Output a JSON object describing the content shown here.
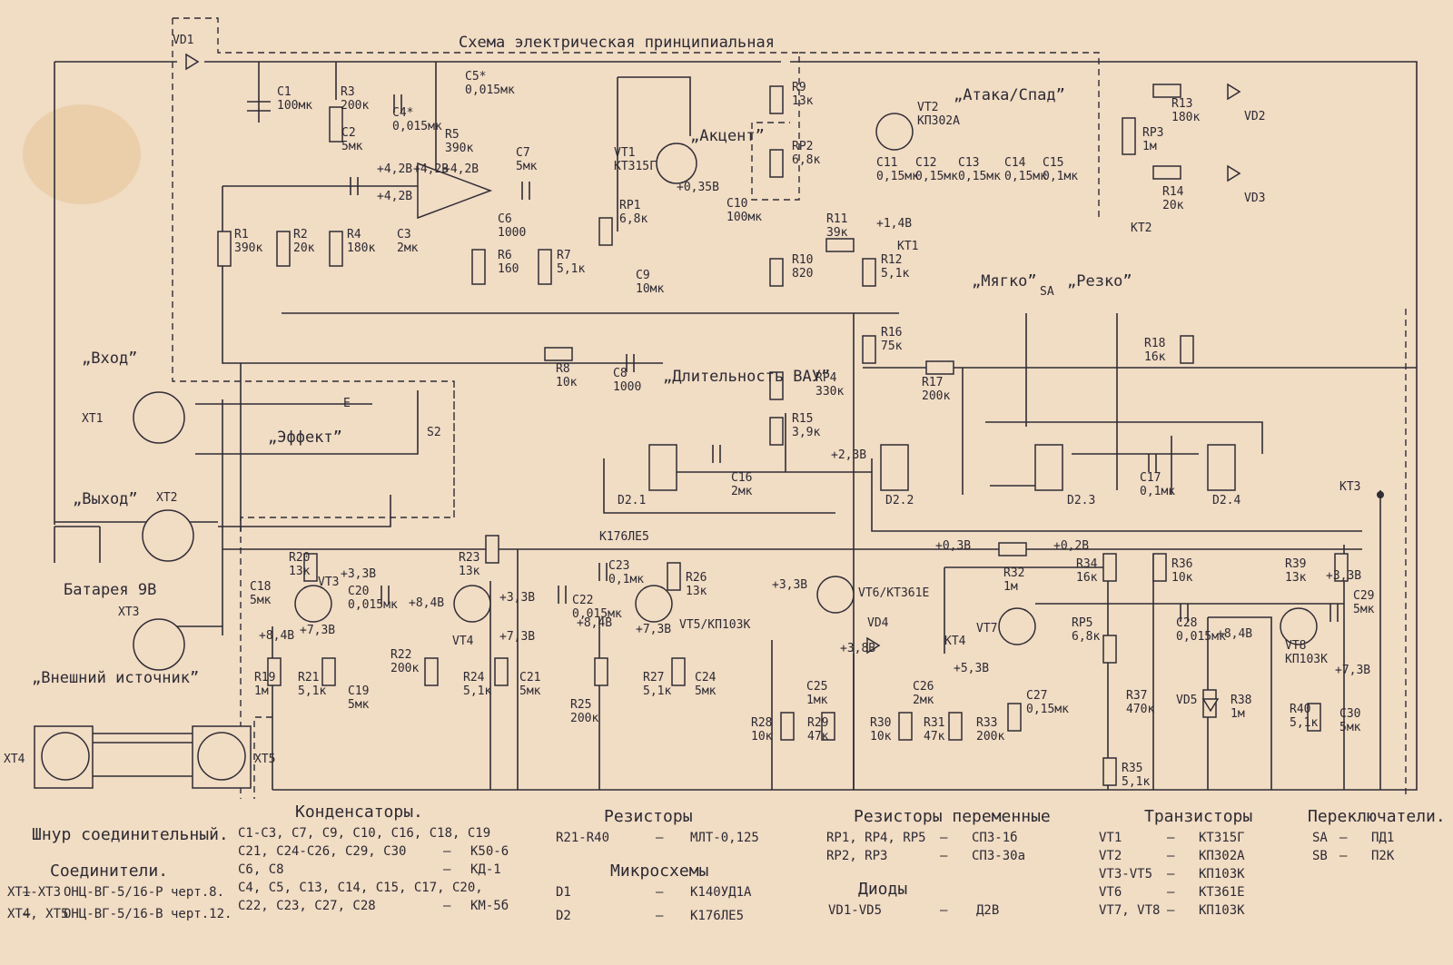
{
  "title": "Схема электрическая принципиальная",
  "components": [
    {
      "id": "vd1",
      "lines": [
        "VD1"
      ]
    },
    {
      "id": "c1",
      "lines": [
        "C1",
        "100мк"
      ]
    },
    {
      "id": "r3",
      "lines": [
        "R3",
        "200к"
      ]
    },
    {
      "id": "c4",
      "lines": [
        "C4*",
        "0,015мк"
      ]
    },
    {
      "id": "c5",
      "lines": [
        "C5*",
        "0,015мк"
      ]
    },
    {
      "id": "r5",
      "lines": [
        "R5",
        "390к"
      ]
    },
    {
      "id": "c2",
      "lines": [
        "C2",
        "5мк"
      ]
    },
    {
      "id": "c7",
      "lines": [
        "C7",
        "5мк"
      ]
    },
    {
      "id": "c6",
      "lines": [
        "C6",
        "1000"
      ]
    },
    {
      "id": "r1",
      "lines": [
        "R1",
        "390к"
      ]
    },
    {
      "id": "r2",
      "lines": [
        "R2",
        "20к"
      ]
    },
    {
      "id": "r4",
      "lines": [
        "R4",
        "180к"
      ]
    },
    {
      "id": "c3",
      "lines": [
        "C3",
        "2мк"
      ]
    },
    {
      "id": "r6",
      "lines": [
        "R6",
        "160"
      ]
    },
    {
      "id": "r7",
      "lines": [
        "R7",
        "5,1к"
      ]
    },
    {
      "id": "vt1",
      "lines": [
        "VT1",
        "КТ315Г"
      ]
    },
    {
      "id": "rp1",
      "lines": [
        "RP1",
        "6,8к"
      ]
    },
    {
      "id": "c9",
      "lines": [
        "C9",
        "10мк"
      ]
    },
    {
      "id": "c10",
      "lines": [
        "C10",
        "100мк"
      ]
    },
    {
      "id": "r9",
      "lines": [
        "R9",
        "13к"
      ]
    },
    {
      "id": "rp2",
      "lines": [
        "RP2",
        "6,8к"
      ]
    },
    {
      "id": "r11",
      "lines": [
        "R11",
        "39к"
      ]
    },
    {
      "id": "r10",
      "lines": [
        "R10",
        "820"
      ]
    },
    {
      "id": "r12",
      "lines": [
        "R12",
        "5,1к"
      ]
    },
    {
      "id": "vt2",
      "lines": [
        "VT2",
        "КП302А"
      ]
    },
    {
      "id": "c11",
      "lines": [
        "C11",
        "0,15мк"
      ]
    },
    {
      "id": "c12",
      "lines": [
        "C12",
        "0,15мк"
      ]
    },
    {
      "id": "c13",
      "lines": [
        "C13",
        "0,15мк"
      ]
    },
    {
      "id": "c14",
      "lines": [
        "C14",
        "0,15мк"
      ]
    },
    {
      "id": "c15",
      "lines": [
        "C15",
        "0,1мк"
      ]
    },
    {
      "id": "r13",
      "lines": [
        "R13",
        "180к"
      ]
    },
    {
      "id": "vd2",
      "lines": [
        "VD2"
      ]
    },
    {
      "id": "rp3",
      "lines": [
        "RP3",
        "1м"
      ]
    },
    {
      "id": "r14",
      "lines": [
        "R14",
        "20к"
      ]
    },
    {
      "id": "vd3",
      "lines": [
        "VD3"
      ]
    },
    {
      "id": "r16",
      "lines": [
        "R16",
        "75к"
      ]
    },
    {
      "id": "r17",
      "lines": [
        "R17",
        "200к"
      ]
    },
    {
      "id": "r18",
      "lines": [
        "R18",
        "16к"
      ]
    },
    {
      "id": "r8",
      "lines": [
        "R8",
        "10к"
      ]
    },
    {
      "id": "c8",
      "lines": [
        "C8",
        "1000"
      ]
    },
    {
      "id": "rp4",
      "lines": [
        "RP4",
        "330к"
      ]
    },
    {
      "id": "r15",
      "lines": [
        "R15",
        "3,9к"
      ]
    },
    {
      "id": "c16",
      "lines": [
        "C16",
        "2мк"
      ]
    },
    {
      "id": "c17",
      "lines": [
        "C17",
        "0,1мк"
      ]
    },
    {
      "id": "r20",
      "lines": [
        "R20",
        "13к"
      ]
    },
    {
      "id": "vt3",
      "lines": [
        "VT3"
      ]
    },
    {
      "id": "c18",
      "lines": [
        "C18",
        "5мк"
      ]
    },
    {
      "id": "c20",
      "lines": [
        "C20",
        "0,015мк"
      ]
    },
    {
      "id": "r23",
      "lines": [
        "R23",
        "13к"
      ]
    },
    {
      "id": "c23",
      "lines": [
        "C23",
        "0,1мк"
      ]
    },
    {
      "id": "r26",
      "lines": [
        "R26",
        "13к"
      ]
    },
    {
      "id": "c22",
      "lines": [
        "C22",
        "0,015мк"
      ]
    },
    {
      "id": "vt4",
      "lines": [
        "VT4"
      ]
    },
    {
      "id": "vt5",
      "lines": [
        "VT5/КП103К"
      ]
    },
    {
      "id": "vt6",
      "lines": [
        "VT6/КТ361Е"
      ]
    },
    {
      "id": "vd4",
      "lines": [
        "VD4"
      ]
    },
    {
      "id": "r32",
      "lines": [
        "R32",
        "1м"
      ]
    },
    {
      "id": "r34",
      "lines": [
        "R34",
        "16к"
      ]
    },
    {
      "id": "vt7",
      "lines": [
        "VT7"
      ]
    },
    {
      "id": "r36",
      "lines": [
        "R36",
        "10к"
      ]
    },
    {
      "id": "r39",
      "lines": [
        "R39",
        "13к"
      ]
    },
    {
      "id": "c29",
      "lines": [
        "C29",
        "5мк"
      ]
    },
    {
      "id": "vt8",
      "lines": [
        "VT8",
        "КП103К"
      ]
    },
    {
      "id": "c28",
      "lines": [
        "C28",
        "0,015мк"
      ]
    },
    {
      "id": "rp5",
      "lines": [
        "RP5",
        "6,8к"
      ]
    },
    {
      "id": "r19",
      "lines": [
        "R19",
        "1м"
      ]
    },
    {
      "id": "r21",
      "lines": [
        "R21",
        "5,1к"
      ]
    },
    {
      "id": "c19",
      "lines": [
        "C19",
        "5мк"
      ]
    },
    {
      "id": "r22",
      "lines": [
        "R22",
        "200к"
      ]
    },
    {
      "id": "r24",
      "lines": [
        "R24",
        "5,1к"
      ]
    },
    {
      "id": "c21",
      "lines": [
        "C21",
        "5мк"
      ]
    },
    {
      "id": "r25",
      "lines": [
        "R25",
        "200к"
      ]
    },
    {
      "id": "r27",
      "lines": [
        "R27",
        "5,1к"
      ]
    },
    {
      "id": "c24",
      "lines": [
        "C24",
        "5мк"
      ]
    },
    {
      "id": "c25",
      "lines": [
        "C25",
        "1мк"
      ]
    },
    {
      "id": "r28",
      "lines": [
        "R28",
        "10к"
      ]
    },
    {
      "id": "r29",
      "lines": [
        "R29",
        "47к"
      ]
    },
    {
      "id": "r30",
      "lines": [
        "R30",
        "10к"
      ]
    },
    {
      "id": "c26",
      "lines": [
        "C26",
        "2мк"
      ]
    },
    {
      "id": "r31",
      "lines": [
        "R31",
        "47к"
      ]
    },
    {
      "id": "r33",
      "lines": [
        "R33",
        "200к"
      ]
    },
    {
      "id": "c27",
      "lines": [
        "C27",
        "0,15мк"
      ]
    },
    {
      "id": "r37",
      "lines": [
        "R37",
        "470к"
      ]
    },
    {
      "id": "vd5",
      "lines": [
        "VD5"
      ]
    },
    {
      "id": "r38",
      "lines": [
        "R38",
        "1м"
      ]
    },
    {
      "id": "r40",
      "lines": [
        "R40",
        "5,1к"
      ]
    },
    {
      "id": "c30",
      "lines": [
        "C30",
        "5мк"
      ]
    },
    {
      "id": "r35",
      "lines": [
        "R35",
        "5,1к"
      ]
    },
    {
      "id": "d21",
      "lines": [
        "D2.1"
      ]
    },
    {
      "id": "d22",
      "lines": [
        "D2.2"
      ]
    },
    {
      "id": "d23",
      "lines": [
        "D2.3"
      ]
    },
    {
      "id": "d24",
      "lines": [
        "D2.4"
      ]
    },
    {
      "id": "k176",
      "lines": [
        "К176ЛЕ5"
      ]
    }
  ],
  "labels": {
    "vhod": "„Вход”",
    "vyhod": "„Выход”",
    "effect": "„Эффект”",
    "s2": "S2",
    "e": "E",
    "battery": "Батарея 9В",
    "ext_source": "„Внешний источник”",
    "aktsent": "„Акцент”",
    "ataka": "„Атака/Спад”",
    "myagko": "„Мягко”",
    "sa": "SA",
    "rezko": "„Резко”",
    "dlitelnost": "„Длительность ВАУ”",
    "kt1": "КТ1",
    "kt2": "КТ2",
    "kt3": "КТ3",
    "kt4": "КТ4",
    "xt1": "XT1",
    "xt2": "XT2",
    "xt3": "XT3",
    "xt4": "XT4",
    "xt5": "XT5",
    "cord": "Шнур соединительный."
  },
  "voltages": [
    "+4,2В",
    "+4,2В",
    "+4,2В",
    "+4,2В",
    "+0,35В",
    "+1,4В",
    "+2,3В",
    "+3,3В",
    "+8,4В",
    "+7,3В",
    "+3,3В",
    "+8,4В",
    "+7,3В",
    "+3,3В",
    "+8,4В",
    "+7,3В",
    "+3,3В",
    "+3,8В",
    "+5,3В",
    "+0,3В",
    "+0,2В",
    "+3,3В",
    "+8,4В",
    "+7,3В"
  ],
  "legend": {
    "capacitors": {
      "heading": "Конденсаторы.",
      "rows": [
        {
          "items": "C1-C3, C7, C9, C10, C16, C18, C19",
          "type": ""
        },
        {
          "items": "C21, C24-C26, C29, C30",
          "type": "К50-6"
        },
        {
          "items": "C6, C8",
          "type": "КД-1"
        },
        {
          "items": "C4, C5, C13, C14, C15, C17, C20,",
          "type": ""
        },
        {
          "items": "C22, C23, C27, C28",
          "type": "КМ-5б"
        }
      ]
    },
    "resistors": {
      "heading": "Резисторы",
      "rows": [
        {
          "items": "R21-R40",
          "type": "МЛТ-0,125"
        }
      ]
    },
    "microcircuits": {
      "heading": "Микросхемы",
      "rows": [
        {
          "items": "D1",
          "type": "К140УД1А"
        },
        {
          "items": "D2",
          "type": "К176ЛЕ5"
        }
      ]
    },
    "var_resistors": {
      "heading": "Резисторы переменные",
      "rows": [
        {
          "items": "RP1, RP4, RP5",
          "type": "СП3-1б"
        },
        {
          "items": "RP2, RP3",
          "type": "СП3-30а"
        }
      ]
    },
    "diodes": {
      "heading": "Диоды",
      "rows": [
        {
          "items": "VD1-VD5",
          "type": "Д2В"
        }
      ]
    },
    "transistors": {
      "heading": "Транзисторы",
      "rows": [
        {
          "items": "VT1",
          "type": "КТ315Г"
        },
        {
          "items": "VT2",
          "type": "КП302А"
        },
        {
          "items": "VT3-VT5",
          "type": "КП103К"
        },
        {
          "items": "VT6",
          "type": "КТ361Е"
        },
        {
          "items": "VT7, VT8",
          "type": "КП103К"
        }
      ]
    },
    "switches": {
      "heading": "Переключатели.",
      "rows": [
        {
          "items": "SA",
          "type": "ПД1"
        },
        {
          "items": "SB",
          "type": "П2К"
        }
      ]
    },
    "connectors": {
      "heading": "Соединители.",
      "rows": [
        {
          "items": "XT1-XT3",
          "type": "ОНЦ-ВГ-5/16-Р черт.8."
        },
        {
          "items": "XT4, XT5",
          "type": "ОНЦ-ВГ-5/16-В черт.12."
        }
      ]
    }
  }
}
